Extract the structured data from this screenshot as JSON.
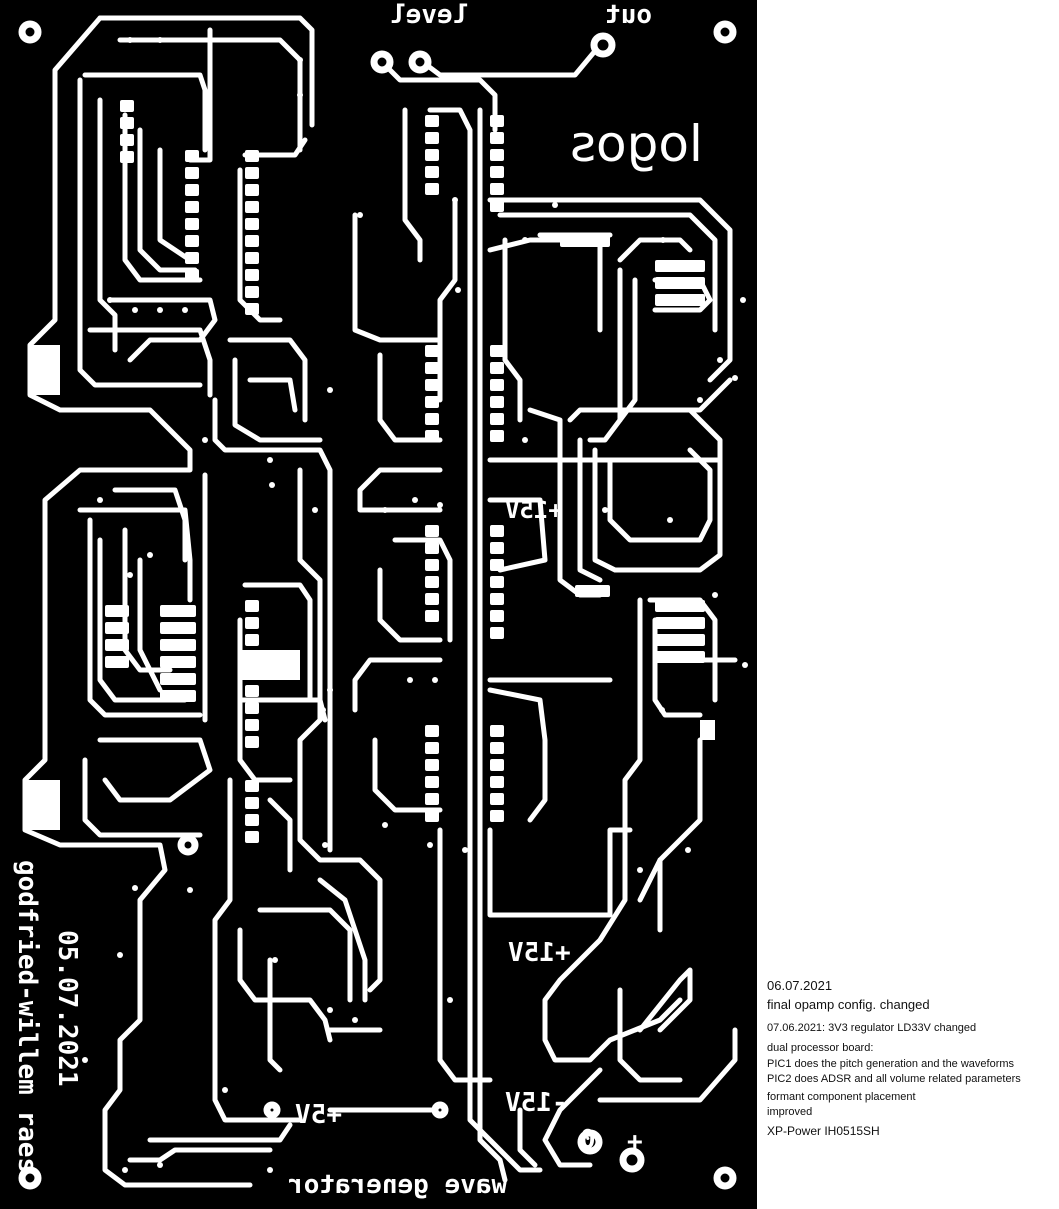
{
  "board": {
    "label_level": "level",
    "label_out": "out",
    "label_logo": "logos",
    "label_plus15_top": "+15V",
    "label_plus15_bottom": "+15V",
    "label_minus15": "-15V",
    "label_plus5": "+5V",
    "label_zero": "0",
    "label_plus": "+",
    "label_title": "wave generator",
    "label_author": "godfried-willem raes",
    "label_date": "05.07.2021"
  },
  "notes": {
    "date": "06.07.2021",
    "line1": "final opamp config. changed",
    "line2": "07.06.2021: 3V3 regulator LD33V changed",
    "line3": "dual processor board:",
    "line4": "PIC1 does the pitch generation and the waveforms",
    "line5": "PIC2 does ADSR and all volume related parameters",
    "line6": "formant component placement",
    "line7": "improved",
    "line8": "XP-Power IH0515SH"
  },
  "colors": {
    "board": "#000000",
    "copper": "#ffffff",
    "background": "#ffffff",
    "text": "#111111"
  }
}
